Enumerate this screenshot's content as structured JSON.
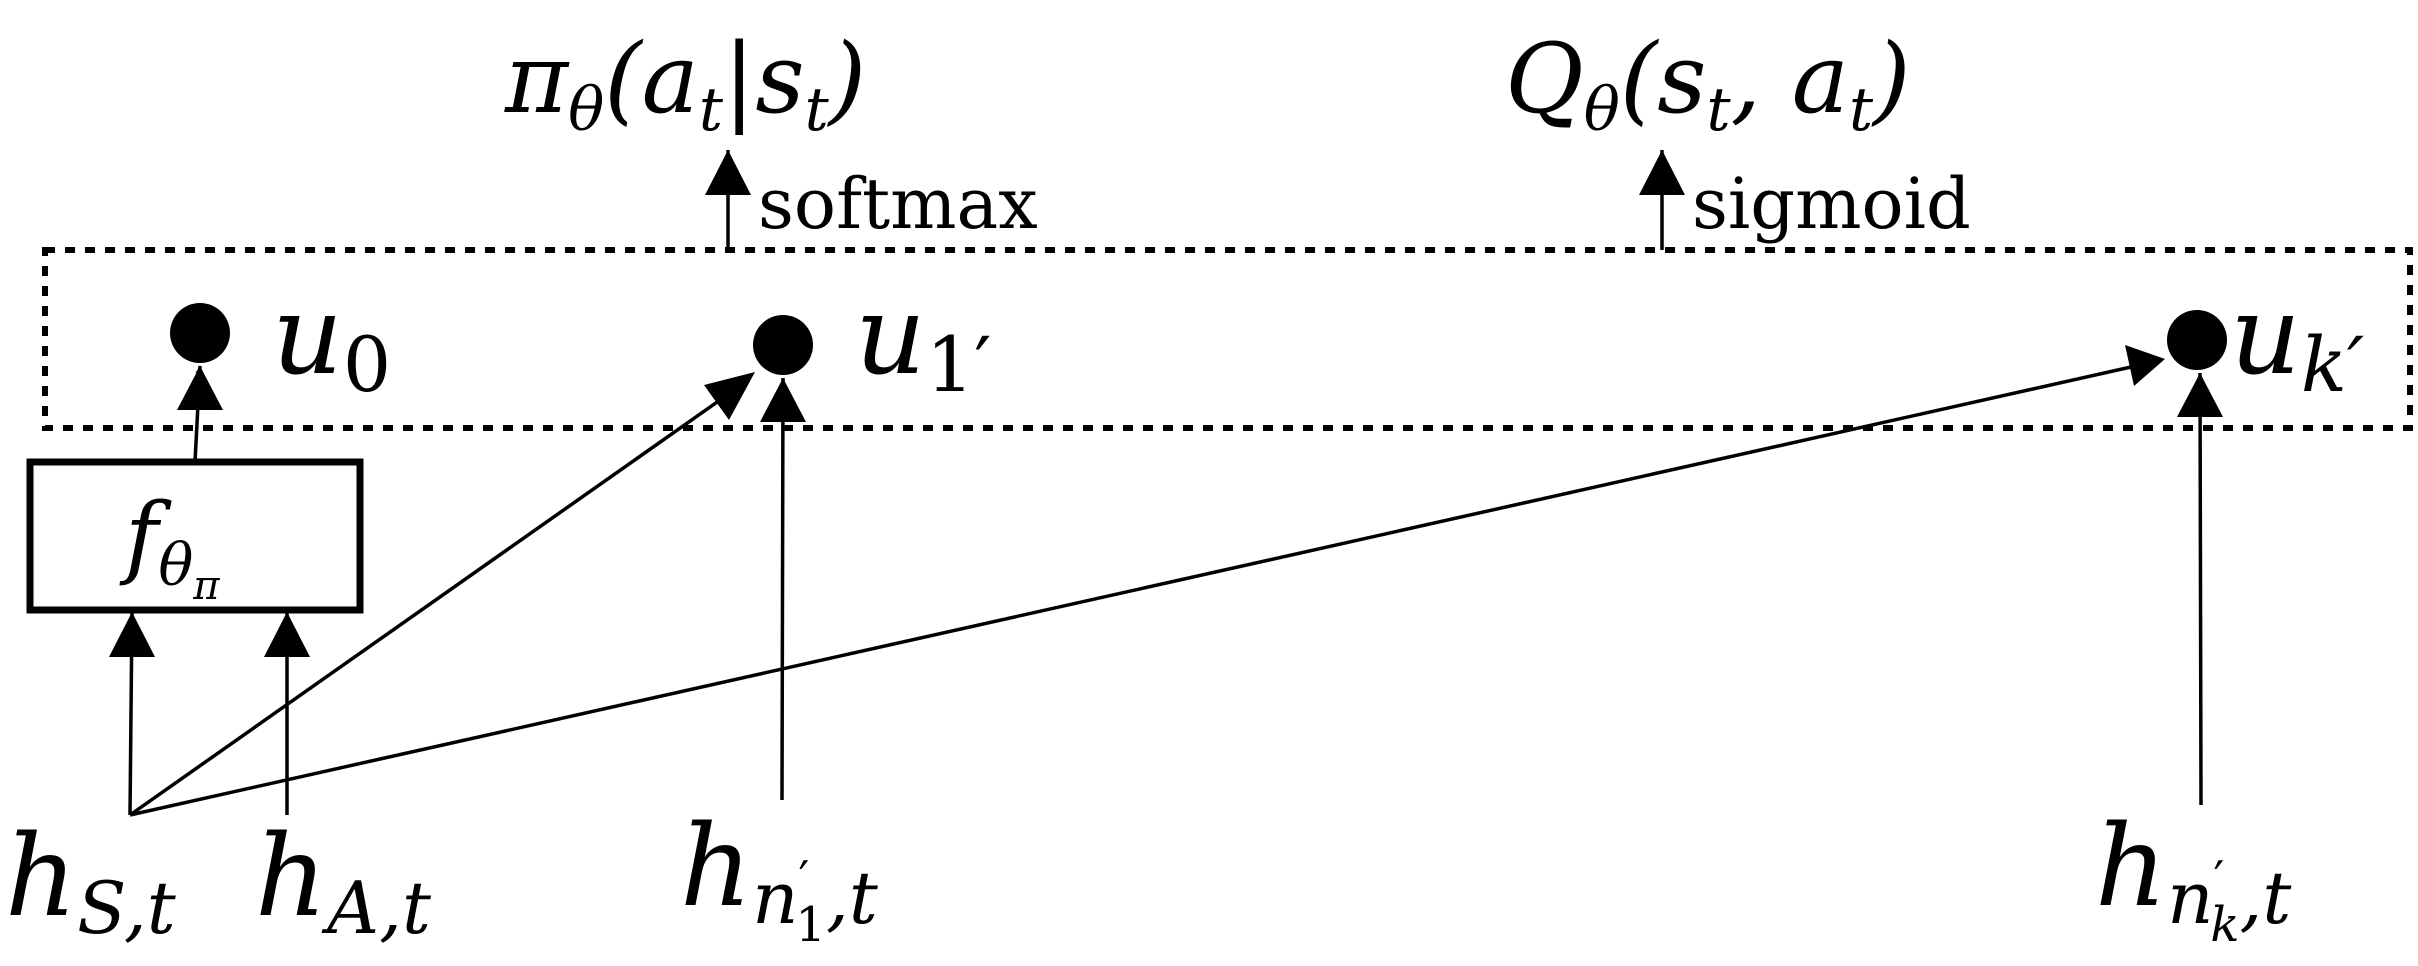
{
  "outputs": {
    "policy": {
      "base": "π",
      "sub": "θ",
      "args": "(a",
      "args_sub": "t",
      "mid": "|s",
      "mid_sub": "t",
      "close": ")"
    },
    "q_value": {
      "base": "Q",
      "sub": "θ",
      "args": "(s",
      "args_sub": "t",
      "mid": ", a",
      "mid_sub": "t",
      "close": ")"
    }
  },
  "activations": {
    "softmax": "softmax",
    "sigmoid": "sigmoid"
  },
  "units": {
    "u0": {
      "base": "u",
      "sub": "0"
    },
    "u1": {
      "base": "u",
      "sub": "1′"
    },
    "uk": {
      "base": "u",
      "sub": "k′"
    }
  },
  "function_box": {
    "base": "f",
    "sub": "θ",
    "subsub": "π"
  },
  "inputs": {
    "hS": {
      "base": "h",
      "sub": "S,t"
    },
    "hA": {
      "base": "h",
      "sub": "A,t"
    },
    "hn1": {
      "base": "h",
      "sub": "n",
      "subsup": "′",
      "subsub": "1",
      "tail": ",t"
    },
    "hnk": {
      "base": "h",
      "sub": "n",
      "subsup": "′",
      "subsub": "k",
      "tail": ",t"
    }
  }
}
